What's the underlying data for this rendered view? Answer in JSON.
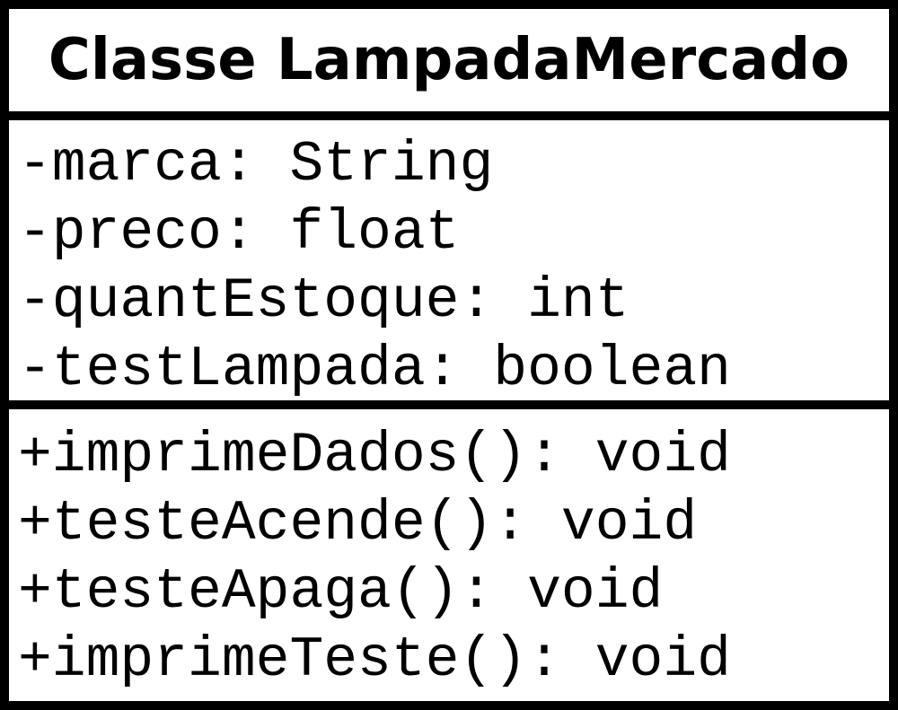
{
  "class": {
    "name": "Classe LampadaMercado",
    "attributes": [
      "-marca: String",
      "-preco: float",
      "-quantEstoque: int",
      "-testLampada: boolean"
    ],
    "methods": [
      "+imprimeDados(): void",
      "+testeAcende(): void",
      "+testeApaga(): void",
      "+imprimeTeste(): void"
    ]
  }
}
